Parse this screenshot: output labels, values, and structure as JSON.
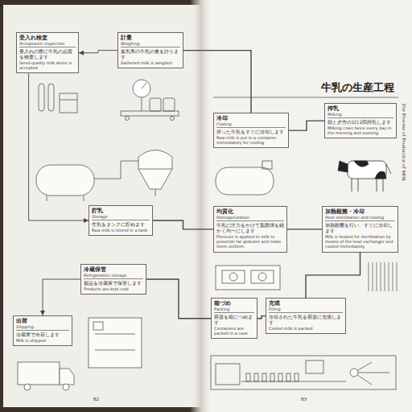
{
  "diagram": {
    "title": "牛乳の生産工程",
    "nodes": [
      {
        "text": [
          "受入れ検査",
          "Acceptance inspection",
          "受入れの際に牛乳の品質を検査します",
          "Good-quality milk alone is accepted"
        ]
      },
      {
        "text": [
          "計量",
          "Weighing",
          "集乳車の牛乳の量を計ります",
          "Gathered milk is weighed"
        ]
      },
      {
        "text": [
          "貯乳",
          "Storage",
          "生乳をタンクに貯めます",
          "Raw milk is stored in a tank"
        ]
      },
      {
        "text": [
          "冷蔵保管",
          "Refrigeration storage",
          "製品を冷蔵庫で保管します",
          "Products are kept cold"
        ]
      },
      {
        "text": [
          "出荷",
          "Shipping",
          "冷蔵車で出荷します",
          "Milk is shipped"
        ]
      },
      {
        "text": [
          "冷却",
          "Cooling",
          "搾った牛乳をすぐに冷却します",
          "Raw milk is put in a container immediately for cooling"
        ]
      },
      {
        "text": [
          "搾乳",
          "Milking",
          "朝と夕方の1日2回搾乳します",
          "Milking cows twice every day in the morning and evening"
        ]
      },
      {
        "text": [
          "均質化",
          "Homogenization",
          "牛乳に圧力をかけて脂肪球を細かく均一にします",
          "Pressure is applied to milk to pulverize fat globules and make them uniform"
        ]
      },
      {
        "text": [
          "加熱殺菌・冷却",
          "Heat sterilization and cooling",
          "加熱殺菌を行い、すぐに冷却します",
          "Milk is heated for sterilization by means of the heat exchanger and cooled immediately"
        ]
      },
      {
        "text": [
          "箱づめ",
          "Packing",
          "容器を箱につめます",
          "Containers are packed in a case"
        ]
      },
      {
        "text": [
          "充填",
          "Filling",
          "冷却された牛乳を容器に充填します",
          "Cooled milk is packed"
        ]
      }
    ],
    "edges": [
      {
        "from": 6,
        "to": 5,
        "arrow": "none"
      },
      {
        "from": 5,
        "to": 1,
        "arrow": "none"
      },
      {
        "from": 1,
        "to": 0,
        "arrow": "to"
      },
      {
        "from": 0,
        "to": 2,
        "arrow": "to"
      },
      {
        "from": 2,
        "to": 7,
        "arrow": "none"
      },
      {
        "from": 7,
        "to": 8,
        "arrow": "none"
      },
      {
        "from": 8,
        "to": 10,
        "arrow": "none"
      },
      {
        "from": 10,
        "to": 9,
        "arrow": "none"
      },
      {
        "from": 9,
        "to": 3,
        "arrow": "none"
      },
      {
        "from": 3,
        "to": 4,
        "arrow": "to"
      }
    ],
    "labels": [
      "The Process of Production of Milk",
      "82",
      "83"
    ]
  }
}
